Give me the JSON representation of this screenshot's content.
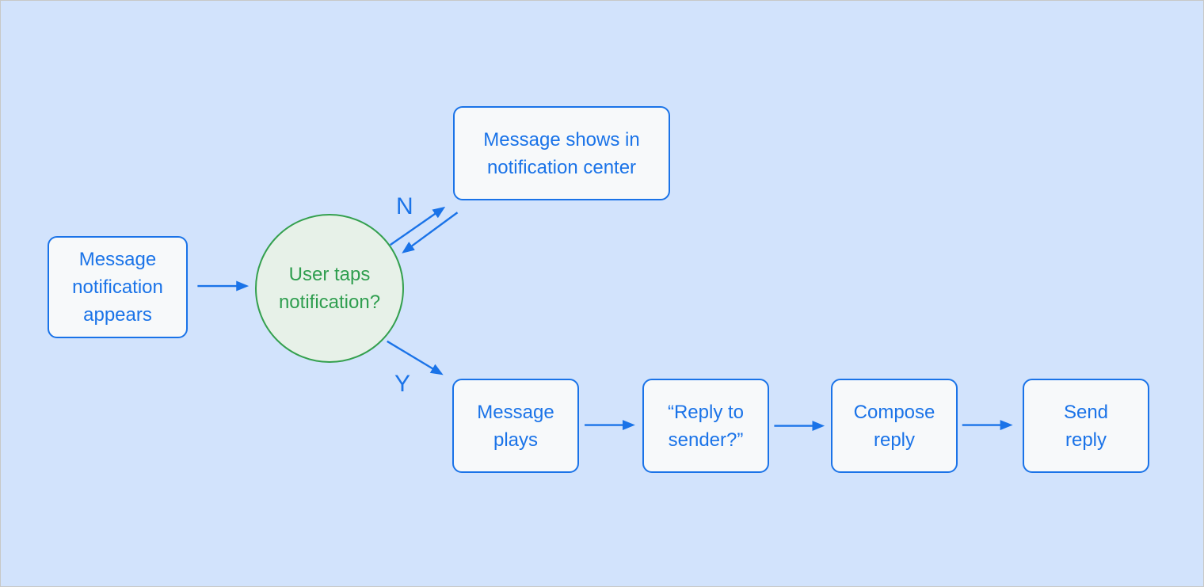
{
  "diagram": {
    "type": "flowchart",
    "colors": {
      "background": "#d2e3fc",
      "process_border": "#1a73e8",
      "process_fill": "#f7f9fa",
      "process_text": "#1a73e8",
      "decision_border": "#34a04e",
      "decision_fill": "#e7f1e8",
      "decision_text": "#2f9e4f",
      "arrow": "#1a73e8"
    },
    "nodes": [
      {
        "id": "message-notification-appears",
        "type": "process",
        "label": "Message\nnotification\nappears"
      },
      {
        "id": "user-taps-notification",
        "type": "decision",
        "label": "User taps\nnotification?"
      },
      {
        "id": "message-shows-in-notification-center",
        "type": "process",
        "label": "Message shows in\nnotification center"
      },
      {
        "id": "message-plays",
        "type": "process",
        "label": "Message\nplays"
      },
      {
        "id": "reply-to-sender",
        "type": "process",
        "label": "“Reply to\nsender?”"
      },
      {
        "id": "compose-reply",
        "type": "process",
        "label": "Compose\nreply"
      },
      {
        "id": "send-reply",
        "type": "process",
        "label": "Send\nreply"
      }
    ],
    "edges": [
      {
        "from": "message-notification-appears",
        "to": "user-taps-notification",
        "label": ""
      },
      {
        "from": "user-taps-notification",
        "to": "message-shows-in-notification-center",
        "label": "N"
      },
      {
        "from": "message-shows-in-notification-center",
        "to": "user-taps-notification",
        "label": ""
      },
      {
        "from": "user-taps-notification",
        "to": "message-plays",
        "label": "Y"
      },
      {
        "from": "message-plays",
        "to": "reply-to-sender",
        "label": ""
      },
      {
        "from": "reply-to-sender",
        "to": "compose-reply",
        "label": ""
      },
      {
        "from": "compose-reply",
        "to": "send-reply",
        "label": ""
      }
    ]
  }
}
